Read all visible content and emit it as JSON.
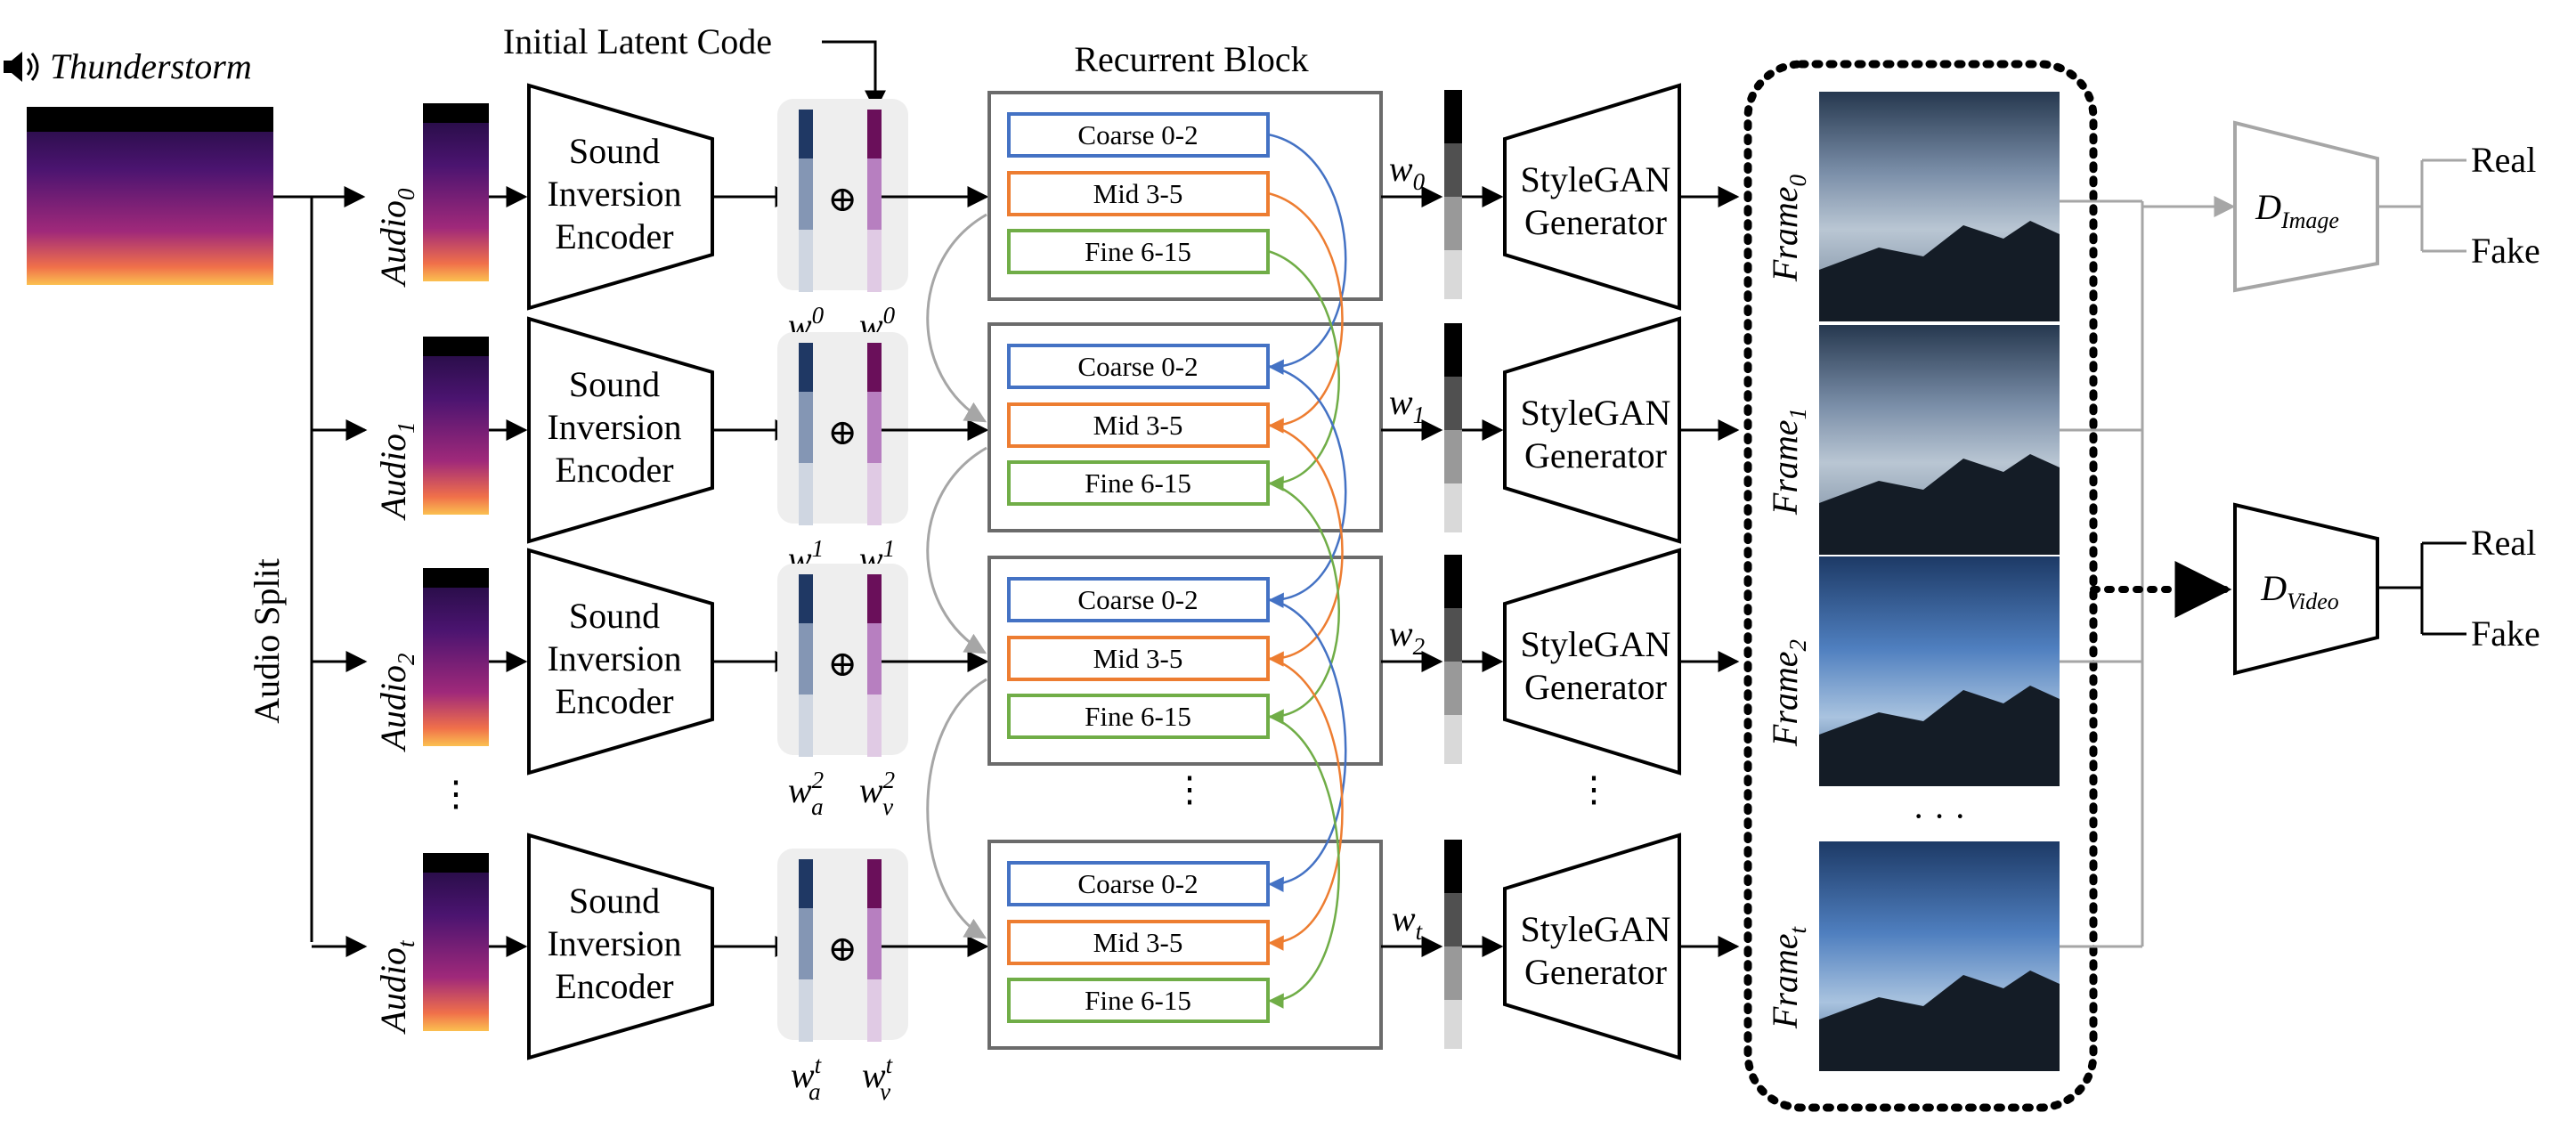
{
  "title": {
    "audio_source": "Thunderstorm",
    "initial_latent_code": "Initial Latent Code",
    "recurrent_block": "Recurrent Block",
    "audio_split": "Audio Split"
  },
  "rows": [
    {
      "audio_base": "Audio",
      "audio_sub": "0",
      "wa_super": "0",
      "wv_super": "0",
      "w_sub": "0",
      "frame_sub": "0"
    },
    {
      "audio_base": "Audio",
      "audio_sub": "1",
      "wa_super": "1",
      "wv_super": "1",
      "w_sub": "1",
      "frame_sub": "1"
    },
    {
      "audio_base": "Audio",
      "audio_sub": "2",
      "wa_super": "2",
      "wv_super": "2",
      "w_sub": "2",
      "frame_sub": "2"
    },
    {
      "audio_base": "Audio",
      "audio_sub": "t",
      "wa_super": "t",
      "wv_super": "t",
      "w_sub": "t",
      "frame_sub": "t"
    }
  ],
  "encoder": {
    "line1": "Sound",
    "line2": "Inversion",
    "line3": "Encoder"
  },
  "generator": {
    "line1": "StyleGAN",
    "line2": "Generator"
  },
  "oplus": "⊕",
  "wa_base": "w",
  "wa_sub": "a",
  "wv_base": "w",
  "wv_sub": "v",
  "w_base": "w",
  "frame_base": "Frame",
  "blocks": {
    "coarse": "Coarse 0-2",
    "mid": "Mid 3-5",
    "fine": "Fine 6-15"
  },
  "discriminators": {
    "image": {
      "base": "D",
      "sub": "Image",
      "real": "Real",
      "fake": "Fake"
    },
    "video": {
      "base": "D",
      "sub": "Video",
      "real": "Real",
      "fake": "Fake"
    }
  },
  "ellipsis_vertical": "⋮",
  "ellipsis_horizontal": "· · ·",
  "colors": {
    "coarse": "#4472c4",
    "mid": "#ed7d31",
    "fine": "#70ad47",
    "box_gray": "#6b6b6b",
    "disc_gray": "#a6a6a6",
    "wa_dark": "#1f3864",
    "wv_dark": "#6a0f5a"
  },
  "icons": {
    "speaker": "speaker-icon"
  }
}
